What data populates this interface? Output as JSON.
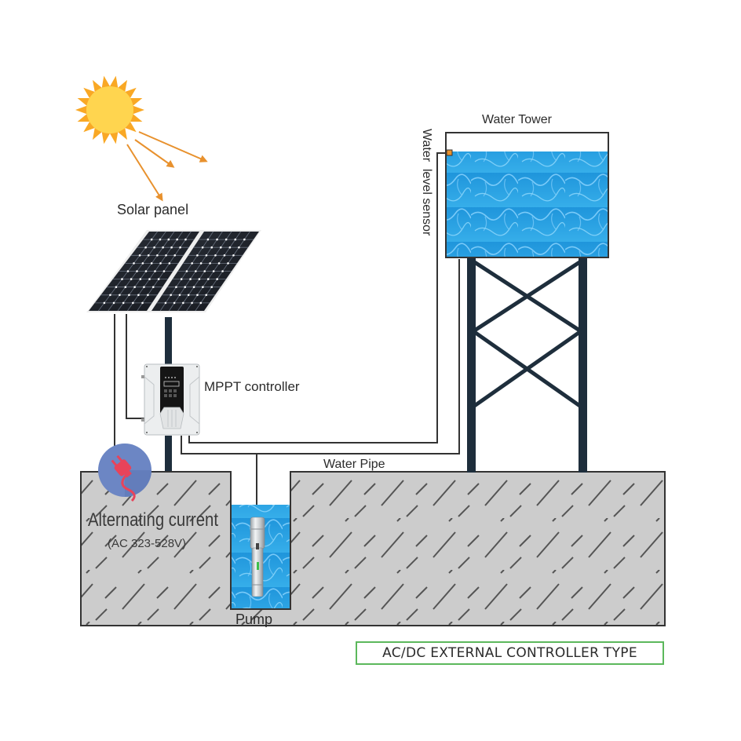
{
  "diagram": {
    "labels": {
      "solar_panel": "Solar panel",
      "mppt_controller": "MPPT controller",
      "water_tower": "Water Tower",
      "water_level_sensor": "Water  level sensor",
      "water_pipe": "Water Pipe",
      "alternating_current": "Alternating current",
      "ac_range": "(AC 323-528V)",
      "pump": "Pump"
    },
    "badge": "AC/DC EXTERNAL CONTROLLER TYPE",
    "icons": {
      "sun": "sun-icon",
      "plug": "power-plug-icon",
      "solar": "solar-panel-icon",
      "controller": "mppt-controller-icon",
      "pump": "submersible-pump-icon",
      "tower": "water-tower-icon",
      "sensor": "water-level-sensor-icon"
    },
    "colors": {
      "sun_core": "#FFD54F",
      "sun_rays": "#F9A825",
      "arrows": "#E8912D",
      "water": "#2A9FE0",
      "ground": "#CCCCCC",
      "hatch": "#555555",
      "wire": "#333333",
      "structure": "#1E2E3C",
      "badge_border": "#5CB85C",
      "sensor": "#E8912D",
      "plug_circle": "#6C86C4",
      "plug": "#E8435A"
    }
  }
}
